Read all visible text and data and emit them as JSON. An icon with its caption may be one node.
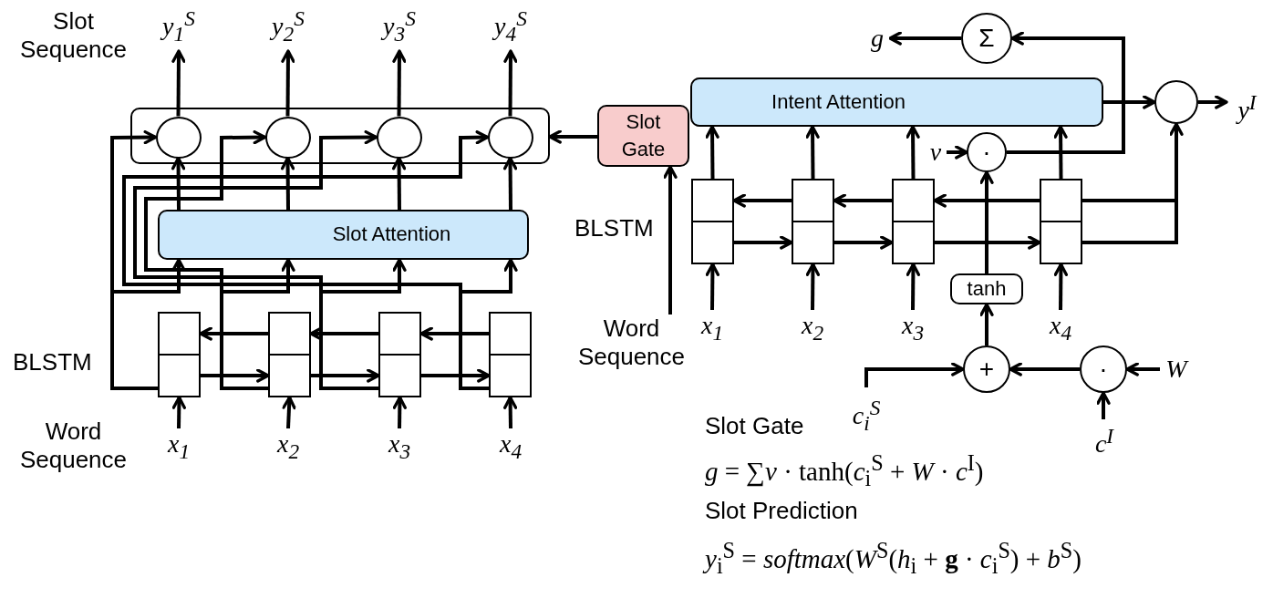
{
  "diagram": {
    "nodes": [
      {
        "text": [
          "y$_{1}$$^{S}$"
        ]
      },
      {
        "text": [
          "y$_{2}$$^{S}$"
        ]
      },
      {
        "text": [
          "y$_{3}$$^{S}$"
        ]
      },
      {
        "text": [
          "y$_{4}$$^{S}$"
        ]
      },
      {
        "text": [],
        "shape": "box"
      },
      {
        "text": [],
        "shape": "circle",
        "in": 4
      },
      {
        "text": [],
        "shape": "circle",
        "in": 4
      },
      {
        "text": [],
        "shape": "circle",
        "in": 4
      },
      {
        "text": [],
        "shape": "circle",
        "in": 4
      },
      {
        "text": [
          "Slot Attention"
        ]
      },
      {
        "text": [],
        "shape": "box"
      },
      {
        "text": [],
        "shape": "box"
      },
      {
        "text": [],
        "shape": "box"
      },
      {
        "text": [],
        "shape": "box"
      },
      {
        "text": [
          "x$_{1}$"
        ]
      },
      {
        "text": [
          "x$_{2}$"
        ]
      },
      {
        "text": [
          "x$_{3}$"
        ]
      },
      {
        "text": [
          "x$_{4}$"
        ]
      },
      {
        "text": [
          "Slot Gate"
        ]
      },
      {
        "text": [
          "Word Sequence"
        ]
      },
      {
        "text": [
          "g"
        ]
      },
      {
        "text": [
          "Σ"
        ]
      },
      {
        "text": [
          "Intent Attention"
        ]
      },
      {
        "text": [],
        "shape": "circle"
      },
      {
        "text": [
          "y$^{I}$"
        ]
      },
      {
        "text": [
          "·"
        ]
      },
      {
        "text": [
          "v"
        ]
      },
      {
        "text": [],
        "shape": "box"
      },
      {
        "text": [],
        "shape": "box"
      },
      {
        "text": [],
        "shape": "box"
      },
      {
        "text": [],
        "shape": "box"
      },
      {
        "text": [
          "tanh"
        ]
      },
      {
        "text": [
          "x$_{1}$"
        ]
      },
      {
        "text": [
          "x$_{2}$"
        ]
      },
      {
        "text": [
          "x$_{3}$"
        ]
      },
      {
        "text": [
          "x$_{4}$"
        ]
      },
      {
        "text": [
          "+"
        ]
      },
      {
        "text": [
          "·"
        ]
      },
      {
        "text": [
          "W"
        ]
      },
      {
        "text": [
          "c$_{i}$$^{S}$"
        ]
      },
      {
        "text": [
          "c$^{I}$"
        ]
      }
    ],
    "edges": [
      {
        "from": 5,
        "to": 0,
        "arrow": "to"
      },
      {
        "from": 6,
        "to": 1,
        "arrow": "to"
      },
      {
        "from": 7,
        "to": 2,
        "arrow": "to"
      },
      {
        "from": 8,
        "to": 3,
        "arrow": "to"
      },
      {
        "from": 9,
        "to": 5,
        "arrow": "to"
      },
      {
        "from": 9,
        "to": 6,
        "arrow": "to"
      },
      {
        "from": 9,
        "to": 7,
        "arrow": "to"
      },
      {
        "from": 9,
        "to": 8,
        "arrow": "to"
      },
      {
        "from": 10,
        "to": 9,
        "arrow": "to"
      },
      {
        "from": 11,
        "to": 9,
        "arrow": "to"
      },
      {
        "from": 12,
        "to": 9,
        "arrow": "to"
      },
      {
        "from": 13,
        "to": 9,
        "arrow": "to"
      },
      {
        "from": 10,
        "to": 5,
        "arrow": "to"
      },
      {
        "from": 11,
        "to": 6,
        "arrow": "to"
      },
      {
        "from": 12,
        "to": 7,
        "arrow": "to"
      },
      {
        "from": 13,
        "to": 8,
        "arrow": "to"
      },
      {
        "from": 14,
        "to": 10,
        "arrow": "to"
      },
      {
        "from": 15,
        "to": 11,
        "arrow": "to"
      },
      {
        "from": 16,
        "to": 12,
        "arrow": "to"
      },
      {
        "from": 17,
        "to": 13,
        "arrow": "to"
      },
      {
        "from": 10,
        "to": 11,
        "arrow": "to"
      },
      {
        "from": 11,
        "to": 12,
        "arrow": "to"
      },
      {
        "from": 12,
        "to": 13,
        "arrow": "to"
      },
      {
        "from": 11,
        "to": 10,
        "arrow": "to"
      },
      {
        "from": 12,
        "to": 11,
        "arrow": "to"
      },
      {
        "from": 13,
        "to": 12,
        "arrow": "to"
      },
      {
        "from": 18,
        "to": 4,
        "arrow": "to"
      },
      {
        "from": 19,
        "to": 18,
        "arrow": "to"
      },
      {
        "from": 32,
        "to": 27,
        "arrow": "to"
      },
      {
        "from": 33,
        "to": 28,
        "arrow": "to"
      },
      {
        "from": 34,
        "to": 29,
        "arrow": "to"
      },
      {
        "from": 35,
        "to": 30,
        "arrow": "to"
      },
      {
        "from": 27,
        "to": 28,
        "arrow": "to"
      },
      {
        "from": 28,
        "to": 29,
        "arrow": "to"
      },
      {
        "from": 29,
        "to": 30,
        "arrow": "to"
      },
      {
        "from": 28,
        "to": 27,
        "arrow": "to"
      },
      {
        "from": 29,
        "to": 28,
        "arrow": "to"
      },
      {
        "from": 30,
        "to": 29,
        "arrow": "to"
      },
      {
        "from": 27,
        "to": 22,
        "arrow": "to"
      },
      {
        "from": 28,
        "to": 22,
        "arrow": "to"
      },
      {
        "from": 29,
        "to": 22,
        "arrow": "to"
      },
      {
        "from": 30,
        "to": 22,
        "arrow": "to"
      },
      {
        "from": 22,
        "to": 23,
        "arrow": "to"
      },
      {
        "from": 30,
        "to": 23,
        "arrow": "to"
      },
      {
        "from": 23,
        "to": 24,
        "arrow": "to"
      },
      {
        "from": 26,
        "to": 25,
        "arrow": "to"
      },
      {
        "from": 31,
        "to": 25,
        "arrow": "to"
      },
      {
        "from": 25,
        "to": 21,
        "arrow": "to"
      },
      {
        "from": 21,
        "to": 20,
        "arrow": "to"
      },
      {
        "from": 38,
        "to": 37,
        "arrow": "to"
      },
      {
        "from": 40,
        "to": 37,
        "arrow": "to"
      },
      {
        "from": 37,
        "to": 36,
        "arrow": "to"
      },
      {
        "from": 39,
        "to": 36,
        "arrow": "to"
      },
      {
        "from": 36,
        "to": 31,
        "arrow": "to"
      }
    ],
    "labels": [
      "Slot Sequence",
      "BLSTM",
      "Word Sequence",
      "BLSTM",
      "Slot Gate",
      "*g* = ∑*v* · tanh(*c*$_{i}$$^{S}$ + *W* · *c*$^{I}$)",
      "Slot Prediction",
      "*y*$_{i}$$^{S}$ = *softmax*(*W*$^{S}$(*h*$_{i}$ + **g** · *c*$_{i}$$^{S}$) + *b*$^{S}$)"
    ]
  }
}
